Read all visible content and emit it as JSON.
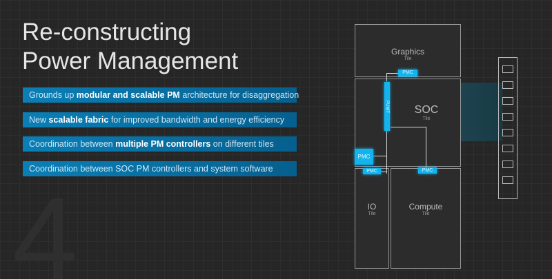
{
  "title": [
    "Re-constructing",
    "Power Management"
  ],
  "watermark": "4",
  "bullets": [
    {
      "pre": "Grounds up ",
      "bold": "modular and scalable PM",
      "post": " architecture for disaggregation"
    },
    {
      "pre": "New ",
      "bold": "scalable fabric",
      "post": " for improved bandwidth and energy efficiency"
    },
    {
      "pre": "Coordination between ",
      "bold": "multiple PM controllers",
      "post": " on different tiles"
    },
    {
      "pre": "Coordination between SOC PM controllers and system software",
      "bold": "",
      "post": ""
    }
  ],
  "diagram": {
    "tiles": [
      {
        "name": "Graphics",
        "sub": "Tile"
      },
      {
        "name": "SOC",
        "sub": "Tile"
      },
      {
        "name": "IO",
        "sub": "Tile"
      },
      {
        "name": "Compute",
        "sub": "Tile"
      }
    ],
    "pmc": "PMC",
    "punit": "PUNIT",
    "accent": "#13b4ee"
  }
}
